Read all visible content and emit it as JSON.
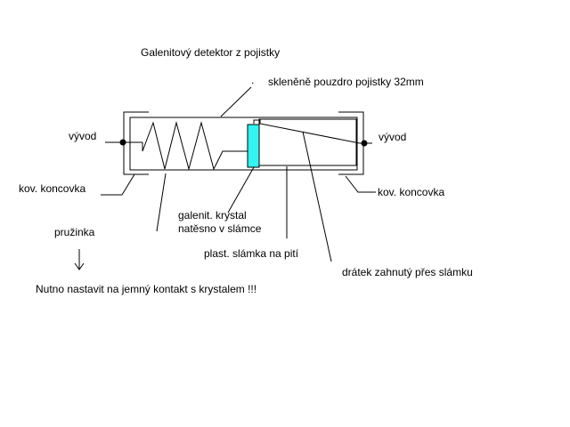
{
  "title": "Galenitový detektor z pojistky",
  "labels": {
    "glass_tube": "skleněně pouzdro pojistky 32mm",
    "glass_tube_dot": ".",
    "lead_left": "vývod",
    "lead_right": "vývod",
    "endcap_left": "kov. koncovka",
    "endcap_right": "kov. koncovka",
    "spring": "pružinka",
    "crystal_line1": "galenit. krystal",
    "crystal_line2": "natěsno v slámce",
    "straw": "plast. slámka na pití",
    "wire": "drátek zahnutý přes slámku",
    "note": "Nutno nastavit na jemný kontakt s krystalem !!!"
  },
  "colors": {
    "line": "#000000",
    "crystal": "#33f3f3",
    "background": "#ffffff"
  }
}
